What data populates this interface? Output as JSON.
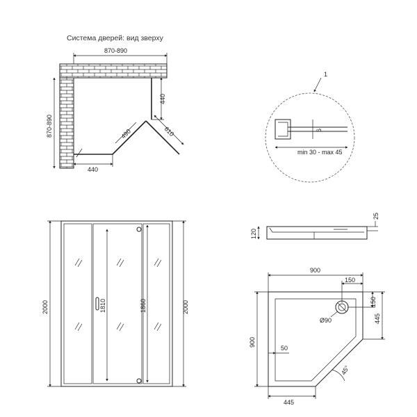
{
  "top_view": {
    "title": "Система дверей: вид зверху",
    "dim_top": "870-890",
    "dim_left": "870-890",
    "dim_right_wall": "440",
    "dim_bottom": "440",
    "dim_door": "490",
    "dim_door_open": "610"
  },
  "detail": {
    "callout": "1",
    "gap": "6",
    "range": "min 30 - max 45"
  },
  "front_view": {
    "height_left": "2000",
    "height_right": "2000",
    "door_height": "1810",
    "panel_height": "1860"
  },
  "tray_side": {
    "height": "120",
    "rim": "25"
  },
  "tray_top": {
    "width_top": "900",
    "height_left": "900",
    "drain_offset": "150",
    "drain_offset_v": "150",
    "side_right": "445",
    "side_bottom": "445",
    "inset": "50",
    "drain": "Ø90",
    "angle": "45°"
  }
}
